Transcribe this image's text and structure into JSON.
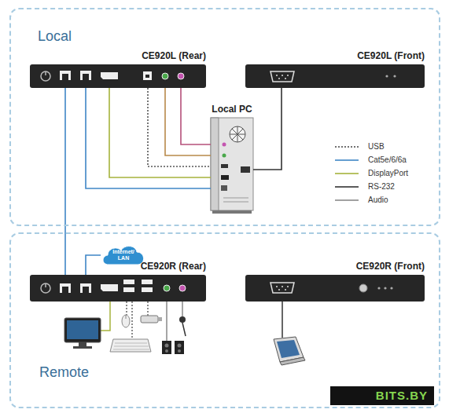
{
  "diagram": {
    "nodes": [
      {
        "text": [
          "Local"
        ]
      },
      {
        "text": [
          "CE920L (Rear)"
        ],
        "in": 0
      },
      {
        "text": [
          "CE920L (Front)"
        ],
        "in": 0
      },
      {
        "text": [
          "Local PC"
        ],
        "in": 0
      },
      {
        "text": [
          "Remote"
        ]
      },
      {
        "text": [
          "CE920R (Rear)"
        ],
        "in": 4
      },
      {
        "text": [
          "CE920R (Front)"
        ],
        "in": 4
      },
      {
        "text": [
          "Internet/ LAN"
        ],
        "in": 4
      }
    ],
    "edges": [
      {
        "from": 1,
        "to": 5,
        "arrow": "none"
      },
      {
        "from": 1,
        "to": 3,
        "arrow": "none"
      },
      {
        "from": 1,
        "to": 3,
        "arrow": "none"
      },
      {
        "from": 1,
        "to": 3,
        "arrow": "none"
      },
      {
        "from": 1,
        "to": 3,
        "arrow": "none"
      },
      {
        "from": 1,
        "to": 3,
        "arrow": "none"
      },
      {
        "from": 2,
        "to": 3,
        "arrow": "none"
      },
      {
        "from": 5,
        "to": 7,
        "arrow": "none"
      }
    ],
    "labels": [
      "BITS.BY"
    ],
    "legend": [
      {
        "text": "USB"
      },
      {
        "text": "Cat5e/6/6a"
      },
      {
        "text": "DisplayPort"
      },
      {
        "text": "RS-232"
      },
      {
        "text": "Audio"
      }
    ]
  }
}
